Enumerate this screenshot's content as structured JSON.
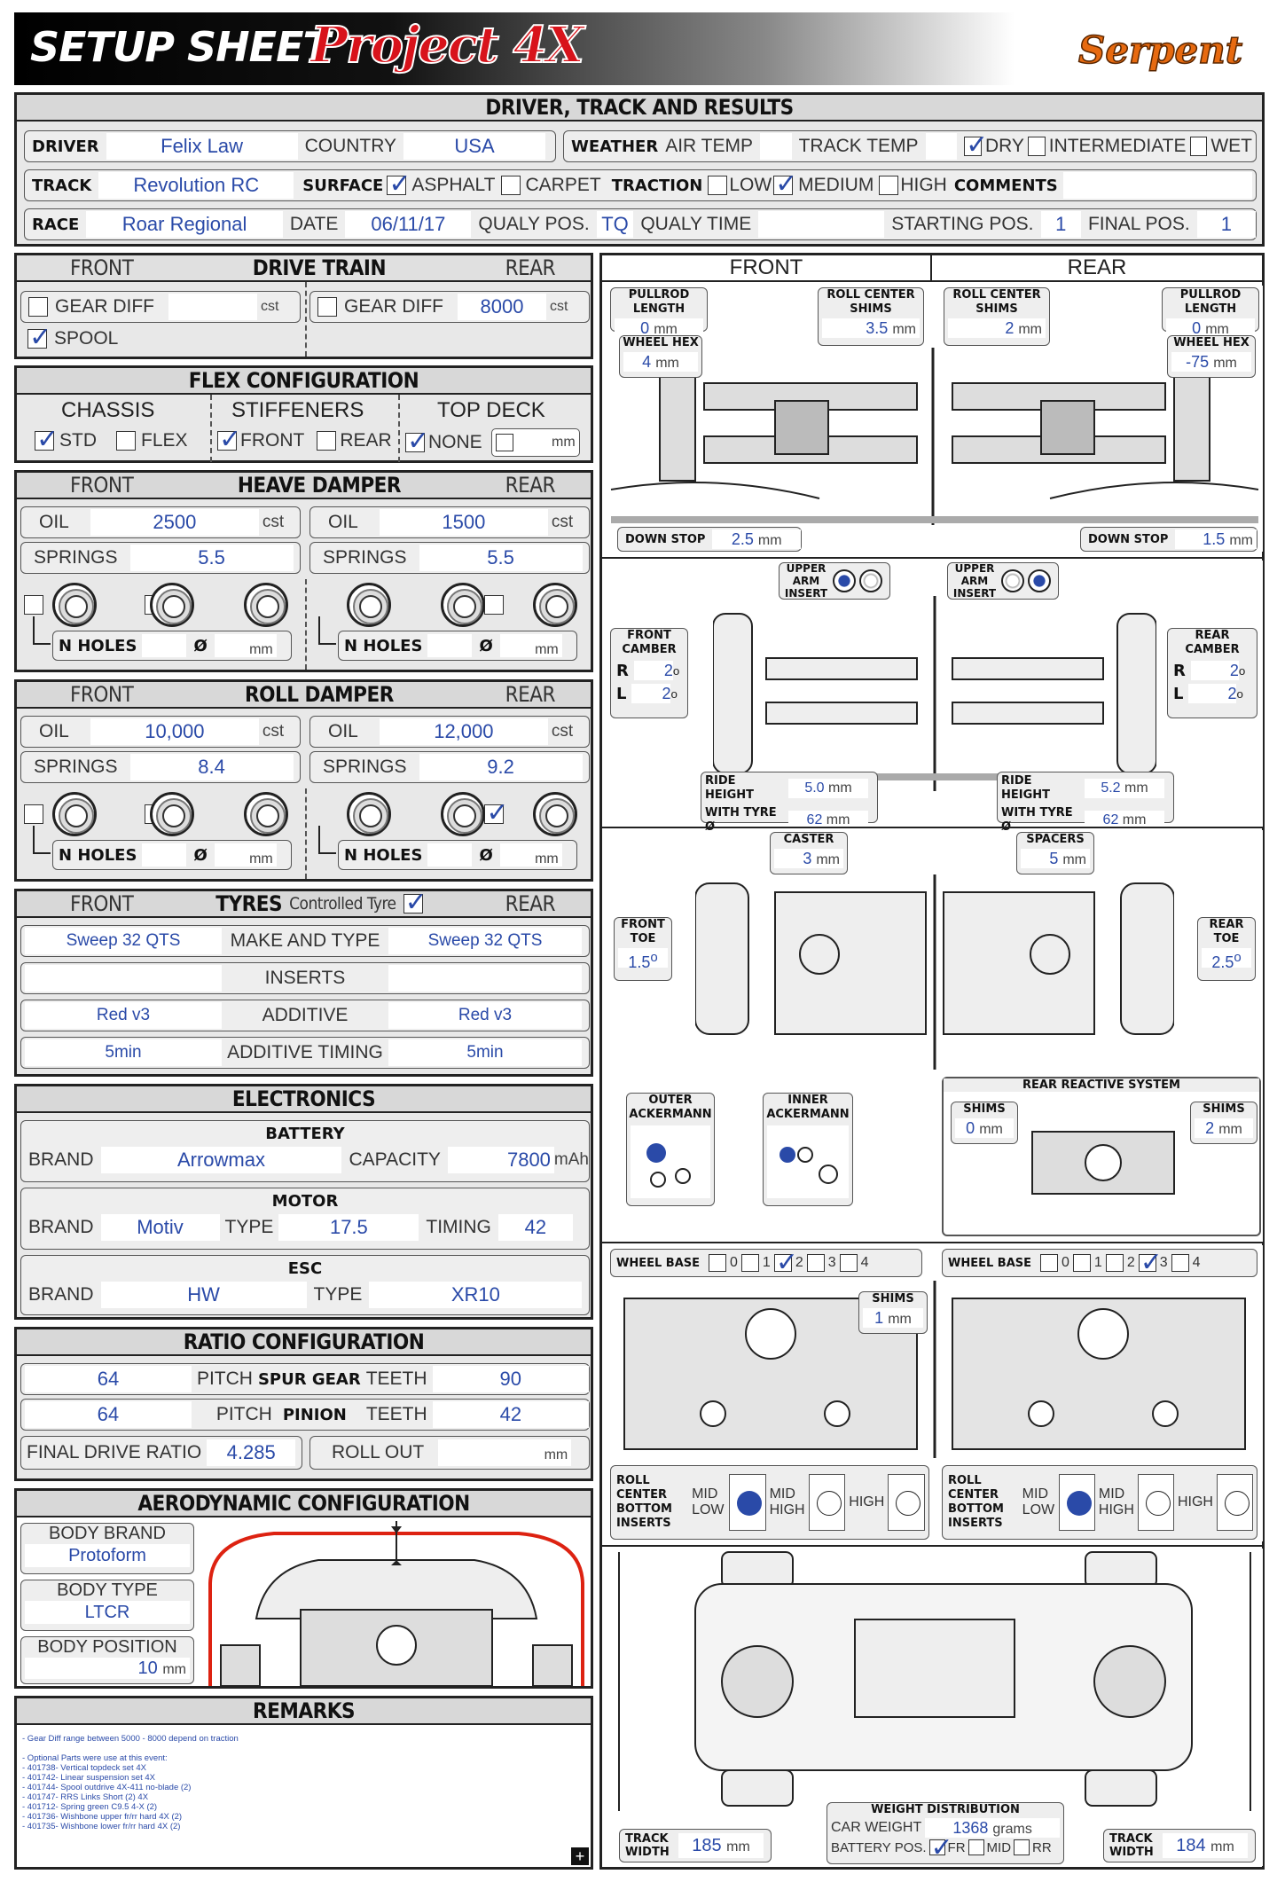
{
  "header": {
    "title": "SETUP SHEET",
    "project": "Project 4X",
    "brand": "Serpent"
  },
  "driver_section": {
    "title": "DRIVER, TRACK AND RESULTS",
    "driver_label": "DRIVER",
    "driver": "Felix Law",
    "country_label": "COUNTRY",
    "country": "USA",
    "weather_label": "WEATHER",
    "air_temp_label": "AIR TEMP",
    "air_temp": "",
    "track_temp_label": "TRACK TEMP",
    "track_temp": "",
    "dry_label": "DRY",
    "intermediate_label": "INTERMEDIATE",
    "wet_label": "WET",
    "track_label": "TRACK",
    "track": "Revolution RC",
    "surface_label": "SURFACE",
    "asphalt_label": "ASPHALT",
    "carpet_label": "CARPET",
    "traction_label": "TRACTION",
    "low_label": "LOW",
    "medium_label": "MEDIUM",
    "high_label": "HIGH",
    "comments_label": "COMMENTS",
    "comments": "",
    "race_label": "RACE",
    "race": "Roar Regional",
    "date_label": "DATE",
    "date": "06/11/17",
    "qualy_pos_label": "QUALY POS.",
    "qualy_pos": "TQ",
    "qualy_time_label": "QUALY TIME",
    "qualy_time": "",
    "starting_pos_label": "STARTING POS.",
    "starting_pos": "1",
    "final_pos_label": "FINAL POS.",
    "final_pos": "1"
  },
  "drive_train": {
    "title": "DRIVE TRAIN",
    "front": "FRONT",
    "rear": "REAR",
    "gear_diff_label": "GEAR DIFF",
    "front_diff": "",
    "rear_diff": "8000",
    "unit": "cst",
    "spool_label": "SPOOL"
  },
  "flex": {
    "title": "FLEX CONFIGURATION",
    "chassis": "CHASSIS",
    "stiffeners": "STIFFENERS",
    "top_deck": "TOP DECK",
    "std": "STD",
    "flex": "FLEX",
    "front": "FRONT",
    "rear": "REAR",
    "none": "NONE",
    "mm": "mm"
  },
  "heave": {
    "title": "HEAVE DAMPER",
    "front": "FRONT",
    "rear": "REAR",
    "oil_label": "OIL",
    "front_oil": "2500",
    "rear_oil": "1500",
    "cst": "cst",
    "springs_label": "SPRINGS",
    "front_springs": "5.5",
    "rear_springs": "5.5",
    "n_holes": "N  HOLES",
    "dia": "Ø",
    "mm": "mm"
  },
  "roll": {
    "title": "ROLL DAMPER",
    "front": "FRONT",
    "rear": "REAR",
    "oil_label": "OIL",
    "front_oil": "10,000",
    "rear_oil": "12,000",
    "cst": "cst",
    "springs_label": "SPRINGS",
    "front_springs": "8.4",
    "rear_springs": "9.2",
    "n_holes": "N  HOLES",
    "dia": "Ø",
    "mm": "mm"
  },
  "tyres": {
    "title": "TYRES",
    "controlled": "Controlled Tyre",
    "front": "FRONT",
    "rear": "REAR",
    "rows": [
      {
        "label": "MAKE AND TYPE",
        "front": "Sweep 32 QTS",
        "rear": "Sweep 32 QTS"
      },
      {
        "label": "INSERTS",
        "front": "",
        "rear": ""
      },
      {
        "label": "ADDITIVE",
        "front": "Red v3",
        "rear": "Red v3"
      },
      {
        "label": "ADDITIVE TIMING",
        "front": "5min",
        "rear": "5min"
      }
    ]
  },
  "electronics": {
    "title": "ELECTRONICS",
    "battery": "BATTERY",
    "brand_label": "BRAND",
    "battery_brand": "Arrowmax",
    "capacity_label": "CAPACITY",
    "capacity": "7800",
    "mah": "mAh",
    "motor": "MOTOR",
    "motor_brand": "Motiv",
    "type_label": "TYPE",
    "motor_type": "17.5",
    "timing_label": "TIMING",
    "timing": "42",
    "esc": "ESC",
    "esc_brand": "HW",
    "esc_type": "XR10"
  },
  "ratio": {
    "title": "RATIO CONFIGURATION",
    "pitch": "PITCH",
    "spur": "SPUR GEAR",
    "pinion": "PINION",
    "teeth": "TEETH",
    "spur_pitch": "64",
    "spur_teeth": "90",
    "pinion_pitch": "64",
    "pinion_teeth": "42",
    "fdr_label": "FINAL DRIVE RATIO",
    "fdr": "4.285",
    "rollout_label": "ROLL OUT",
    "rollout": "",
    "mm": "mm"
  },
  "aero": {
    "title": "AERODYNAMIC CONFIGURATION",
    "body_brand_label": "BODY BRAND",
    "body_brand": "Protoform",
    "body_type_label": "BODY TYPE",
    "body_type": "LTCR",
    "body_position_label": "BODY POSITION",
    "body_position": "10",
    "mm": "mm"
  },
  "remarks": {
    "title": "REMARKS",
    "text": "- Gear Diff range between 5000 - 8000 depend on traction\n\n- Optional Parts were use at this event:\n- 401738- Vertical topdeck set 4X\n- 401742- Linear suspension set 4X\n- 401744- Spool outdrive 4X-411 no-blade (2)\n- 401747- RRS Links Short (2) 4X\n- 401712- Spring green C9.5 4-X (2)\n- 401736- Wishbone upper fr/rr hard 4X (2)\n- 401735- Wishbone lower fr/rr hard 4X (2)"
  },
  "right": {
    "front": "FRONT",
    "rear": "REAR",
    "pullrod_label": "PULLROD LENGTH",
    "pullrod_front": "0",
    "pullrod_rear": "0",
    "rcs_label": "ROLL CENTER SHIMS",
    "rcs_front": "3.5",
    "rcs_rear": "2",
    "wheel_hex_label": "WHEEL HEX",
    "wheel_hex_front": "4",
    "wheel_hex_rear": "-75",
    "down_stop_label": "DOWN STOP",
    "down_stop_front": "2.5",
    "down_stop_rear": "1.5",
    "upper_arm_label": "UPPER ARM INSERT",
    "camber_front_label": "FRONT CAMBER",
    "camber_rear_label": "REAR CAMBER",
    "r": "R",
    "l": "L",
    "camber_fr": "2",
    "camber_fl": "2",
    "camber_rr": "2",
    "camber_rl": "2",
    "deg": "o",
    "ride_height_label": "RIDE HEIGHT",
    "with_tyre_label": "WITH TYRE Ø",
    "rh_front": "5.0",
    "rh_rear": "5.2",
    "tyre_front": "62",
    "tyre_rear": "62",
    "caster_label": "CASTER",
    "caster": "3",
    "spacers_label": "SPACERS",
    "spacers": "5",
    "toe_front_label": "FRONT TOE",
    "toe_front": "1.5",
    "toe_rear_label": "REAR TOE",
    "toe_rear": "2.5",
    "outer_ack": "OUTER ACKERMANN",
    "inner_ack": "INNER ACKERMANN",
    "rrs_label": "REAR REACTIVE SYSTEM",
    "shims_label": "SHIMS",
    "rrs_shims_left": "0",
    "rrs_shims_right": "2",
    "wheelbase_label": "WHEEL BASE",
    "wb_options": [
      "0",
      "1",
      "2",
      "3",
      "4"
    ],
    "wb_front_sel": "2",
    "wb_rear_sel": "3",
    "wb_shims": "1",
    "rcbi_label": "ROLL CENTER BOTTOM INSERTS",
    "mid_low": "MID LOW",
    "mid_high": "MID HIGH",
    "high": "HIGH",
    "weight_dist": "WEIGHT DISTRIBUTION",
    "car_weight_label": "CAR WEIGHT",
    "car_weight": "1368",
    "grams": "grams",
    "battery_pos_label": "BATTERY POS.",
    "fr": "FR",
    "mid": "MID",
    "rr": "RR",
    "track_width_label": "TRACK WIDTH",
    "tw_front": "185",
    "tw_rear": "184",
    "mm": "mm"
  },
  "plus_sign": "+",
  "minus_sign": "-"
}
